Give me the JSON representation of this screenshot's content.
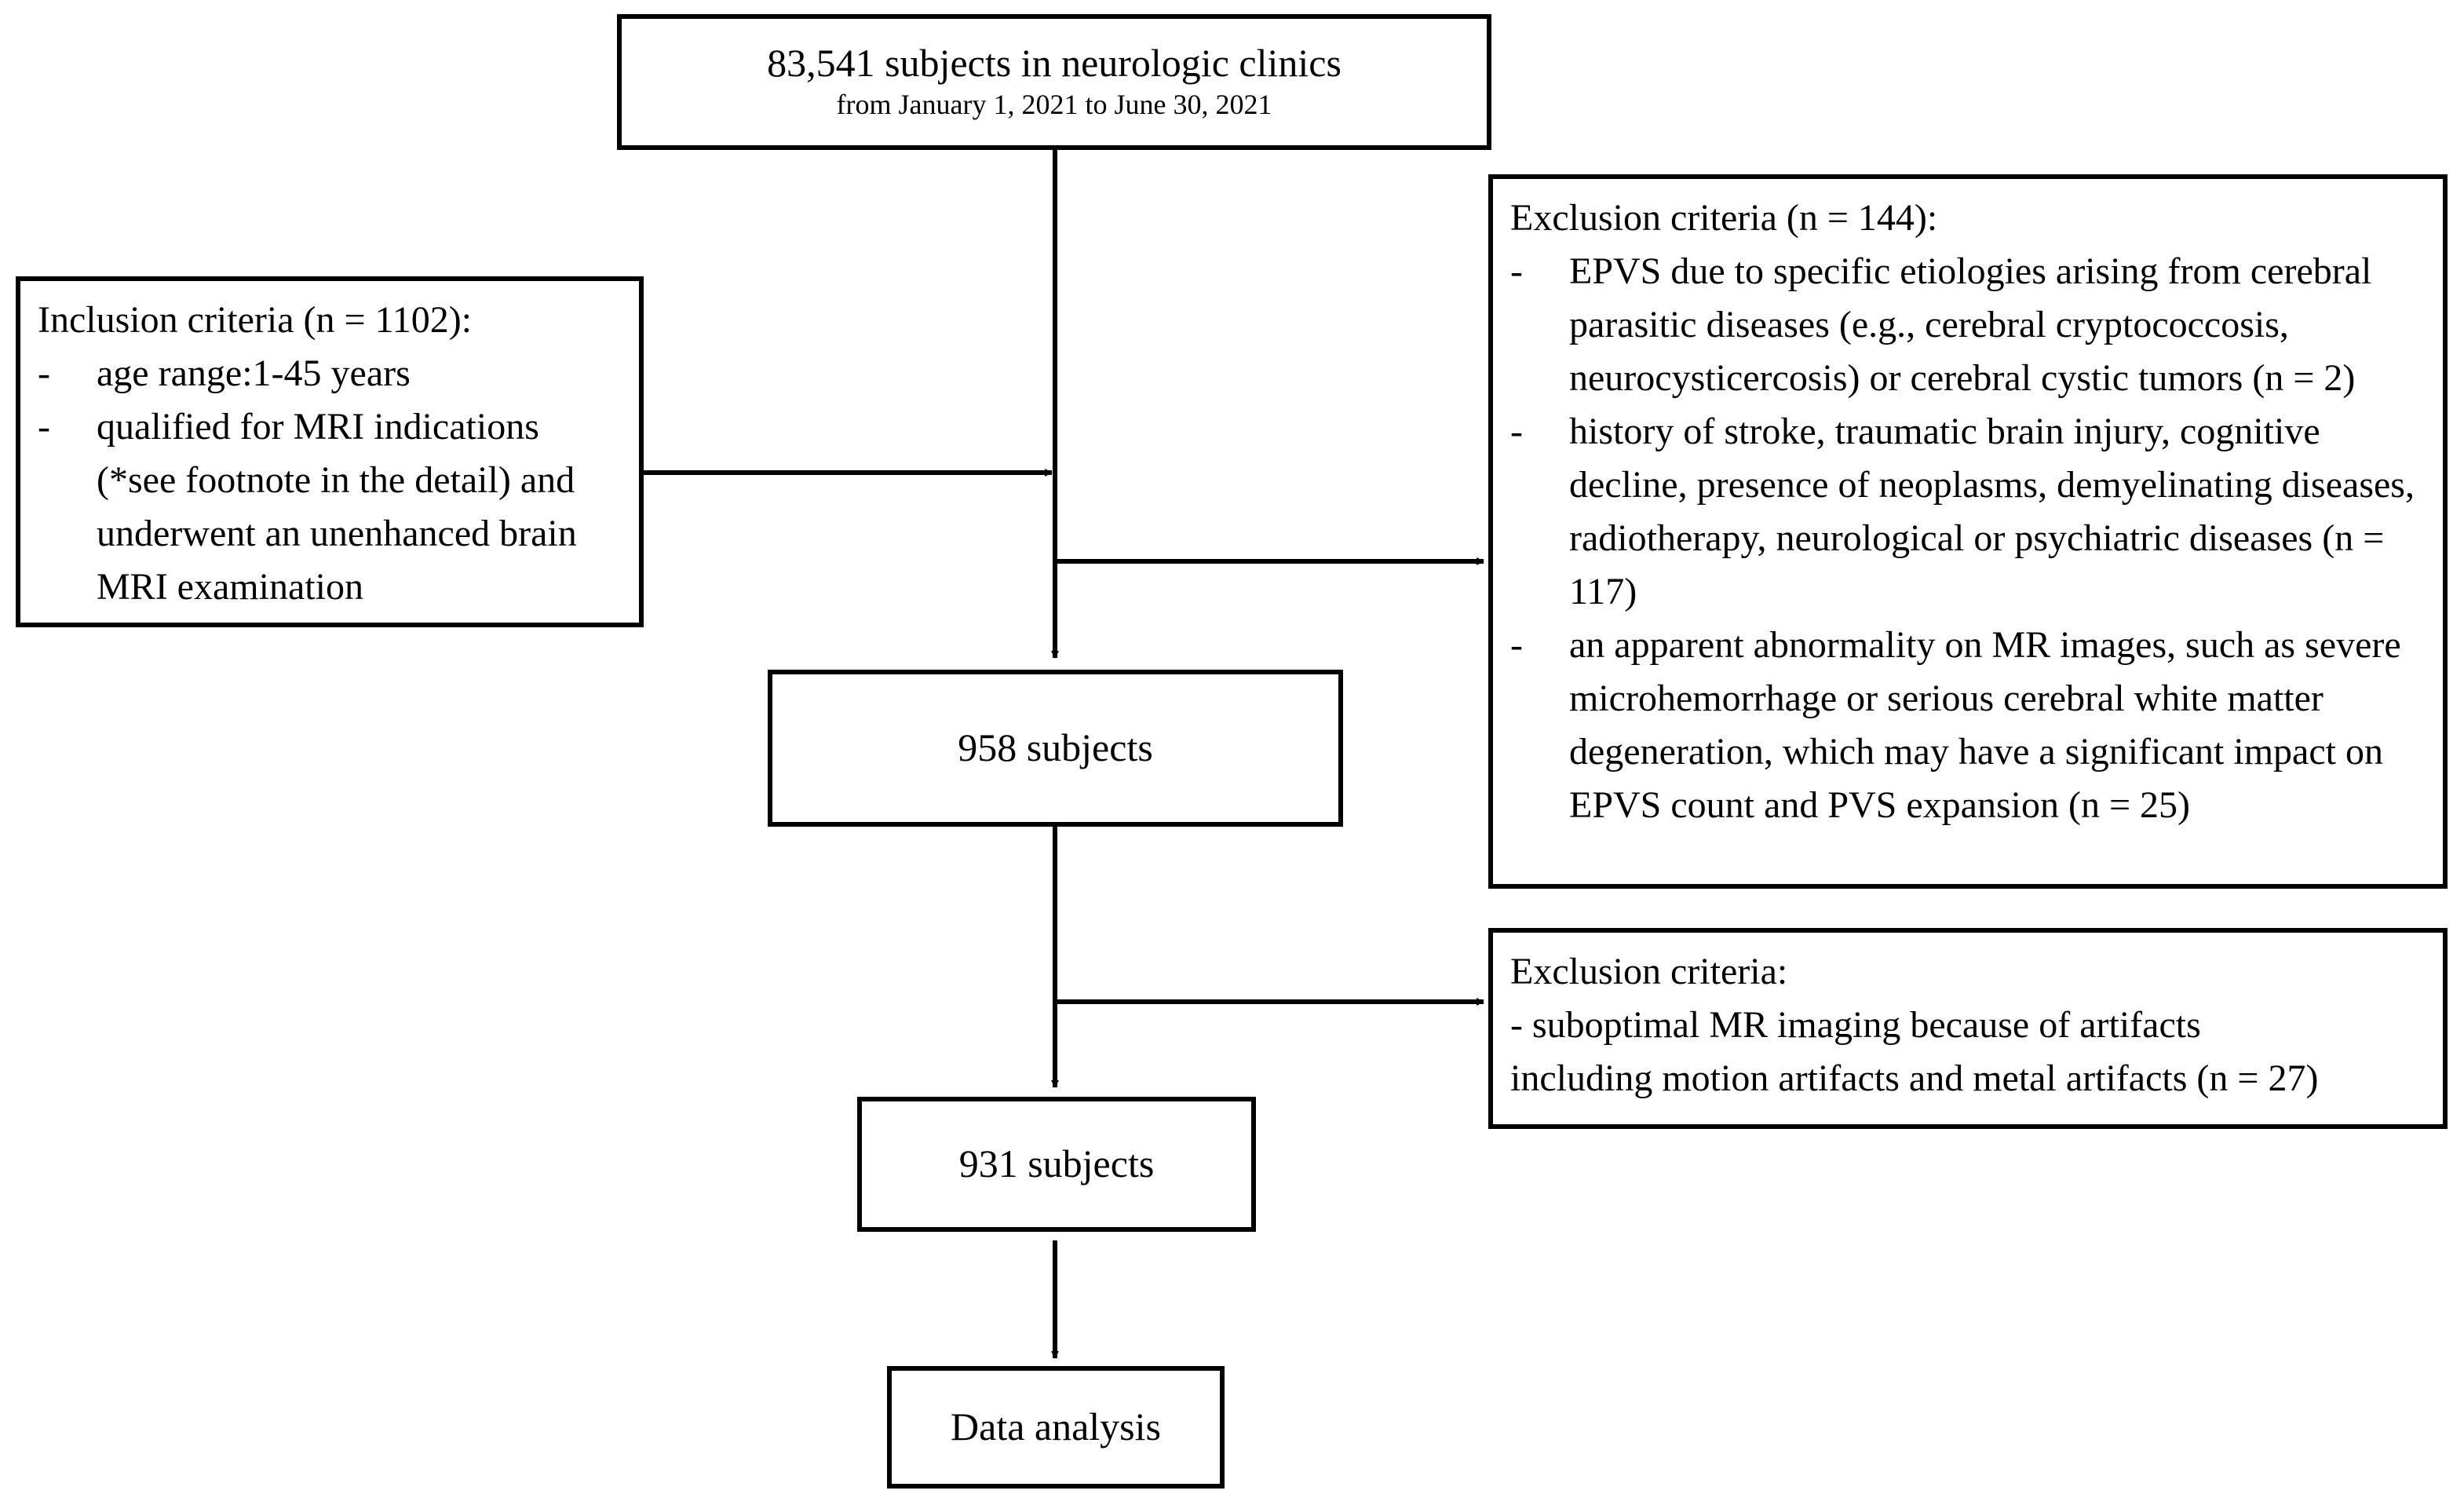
{
  "top_box": {
    "line1": "83,541 subjects in neurologic clinics",
    "line2": "from  January  1, 2021 to June  30, 2021"
  },
  "inclusion": {
    "title": "Inclusion criteria (n = 1102):",
    "items": [
      "age range:1-45 years",
      "qualified for MRI indications (*see footnote in the detail) and underwent an unenhanced brain MRI examination"
    ]
  },
  "exclusion1": {
    "title": "Exclusion criteria (n = 144):",
    "items": [
      "EPVS due to specific etiologies arising from cerebral parasitic diseases (e.g., cerebral cryptococcosis, neurocysticercosis) or cerebral cystic tumors (n = 2)",
      "history of stroke, traumatic brain injury, cognitive decline, presence of neoplasms, demyelinating diseases, radiotherapy, neurological or psychiatric diseases (n = 117)",
      "an apparent abnormality on MR images, such as severe microhemorrhage or serious cerebral white matter degeneration, which may have a significant impact on EPVS count and PVS expansion (n = 25)"
    ]
  },
  "box_958": {
    "label": "958 subjects"
  },
  "exclusion2": {
    "title": "Exclusion criteria:",
    "line1": "- suboptimal MR imaging because of artifacts",
    "line2": "including motion artifacts and metal artifacts (n = 27)"
  },
  "box_931": {
    "label": "931 subjects"
  },
  "box_final": {
    "label": "Data analysis"
  }
}
